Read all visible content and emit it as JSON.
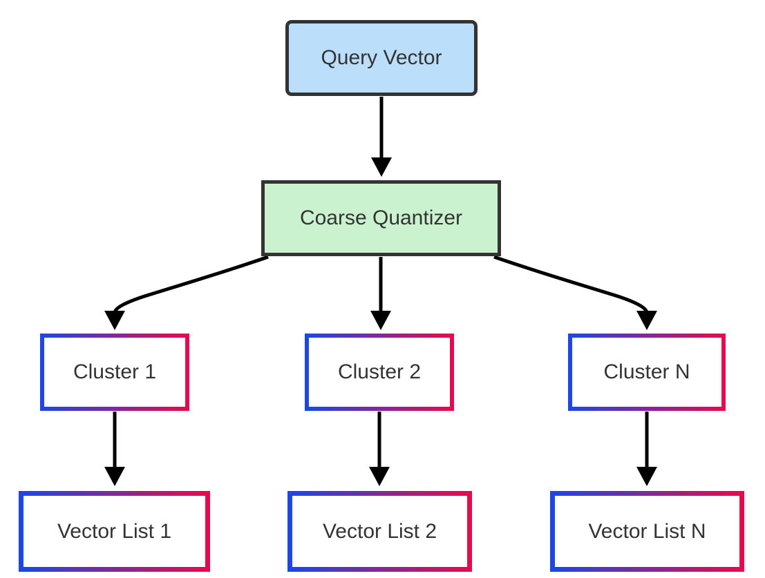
{
  "diagram": {
    "type": "flowchart",
    "direction": "top-down",
    "nodes": {
      "query_vector": {
        "label": "Query Vector",
        "fill": "#bbdefb",
        "border": "#333333",
        "shape": "rounded-rect"
      },
      "coarse_quantizer": {
        "label": "Coarse Quantizer",
        "fill": "#cbf2cf",
        "border": "#333333",
        "shape": "rect"
      },
      "cluster_1": {
        "label": "Cluster 1",
        "fill": "#ffffff",
        "border": "gradient-blue-red",
        "shape": "rect"
      },
      "cluster_2": {
        "label": "Cluster 2",
        "fill": "#ffffff",
        "border": "gradient-blue-red",
        "shape": "rect"
      },
      "cluster_n": {
        "label": "Cluster N",
        "fill": "#ffffff",
        "border": "gradient-blue-red",
        "shape": "rect"
      },
      "vector_list_1": {
        "label": "Vector List 1",
        "fill": "#ffffff",
        "border": "gradient-blue-red",
        "shape": "rect"
      },
      "vector_list_2": {
        "label": "Vector List 2",
        "fill": "#ffffff",
        "border": "gradient-blue-red",
        "shape": "rect"
      },
      "vector_list_n": {
        "label": "Vector List N",
        "fill": "#ffffff",
        "border": "gradient-blue-red",
        "shape": "rect"
      }
    },
    "edges": [
      {
        "from": "query_vector",
        "to": "coarse_quantizer",
        "style": "arrow"
      },
      {
        "from": "coarse_quantizer",
        "to": "cluster_1",
        "style": "arrow"
      },
      {
        "from": "coarse_quantizer",
        "to": "cluster_2",
        "style": "arrow"
      },
      {
        "from": "coarse_quantizer",
        "to": "cluster_n",
        "style": "arrow"
      },
      {
        "from": "cluster_1",
        "to": "vector_list_1",
        "style": "arrow"
      },
      {
        "from": "cluster_2",
        "to": "vector_list_2",
        "style": "arrow"
      },
      {
        "from": "cluster_n",
        "to": "vector_list_n",
        "style": "arrow"
      }
    ],
    "colors": {
      "background": "#ffffff",
      "edge_stroke": "#000000",
      "dark_node_border": "#333333",
      "text": "#333333",
      "query_vector_fill": "#bbdefb",
      "coarse_quantizer_fill": "#cbf2cf",
      "gradient_border_start": "#1d46e8",
      "gradient_border_end": "#e60a4c"
    }
  }
}
